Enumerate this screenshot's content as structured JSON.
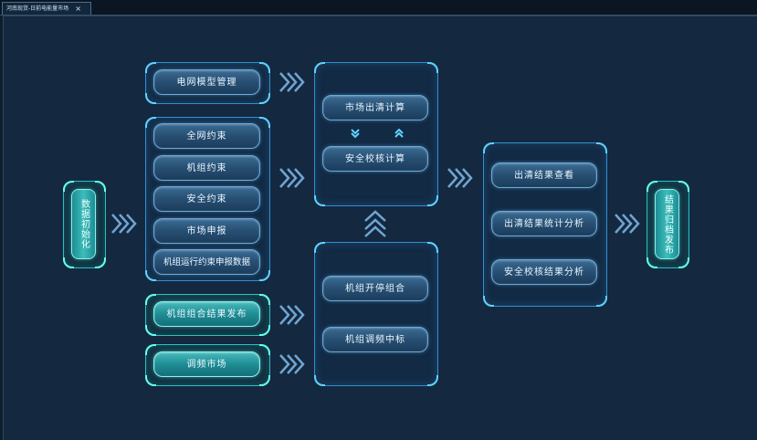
{
  "tab": {
    "title": "河南现货-日前电能量市场",
    "close": "×"
  },
  "left": {
    "init": "数据初始化"
  },
  "right": {
    "archive": "结果归档发布"
  },
  "col1": {
    "grid_model": "电网模型管理",
    "constraints": [
      "全网约束",
      "机组约束",
      "安全约束",
      "市场申报",
      "机组运行约束申报数据"
    ],
    "unit_combo_publish": "机组组合结果发布",
    "freq_market": "调频市场"
  },
  "col2": {
    "clearing_calc": "市场出清计算",
    "security_check": "安全校核计算",
    "unit_commitment": "机组开停组合",
    "freq_bid": "机组调频中标"
  },
  "col3": {
    "view_results": "出清结果查看",
    "stats_analysis": "出清结果统计分析",
    "security_analysis": "安全校核结果分析"
  },
  "colors": {
    "blue_frame": "#2f8fd6",
    "teal_frame": "#27c2c4",
    "background": "#14283f"
  }
}
